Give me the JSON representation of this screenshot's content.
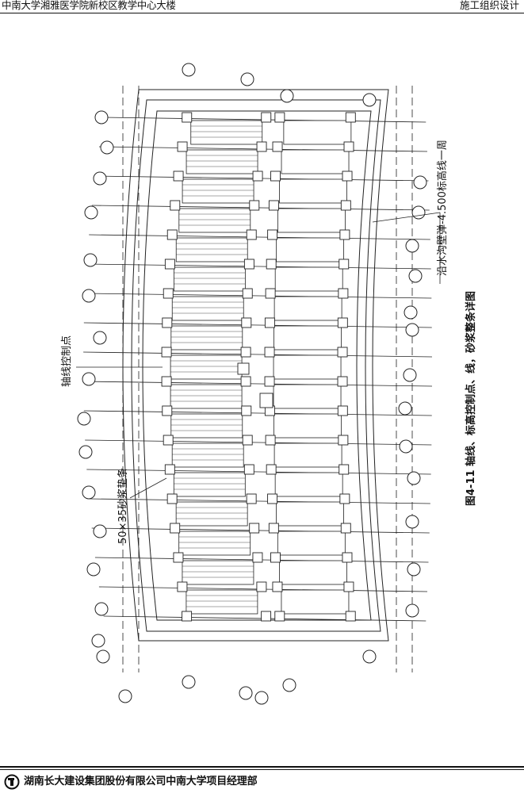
{
  "header": {
    "left": "中南大学湘雅医学院新校区教学中心大楼",
    "right": "施工组织设计"
  },
  "figure": {
    "caption": "图4-11  轴线、标高控制点、线，砂浆整条详图",
    "label_axis_control": "轴线控制点",
    "label_mortar_strip": "50×35砂浆垫条",
    "label_trench": "沿水沟壁弹-4.500标高线一周"
  },
  "footer": {
    "company": "湖南长大建设集团股份有限公司中南大学项目经理部"
  }
}
